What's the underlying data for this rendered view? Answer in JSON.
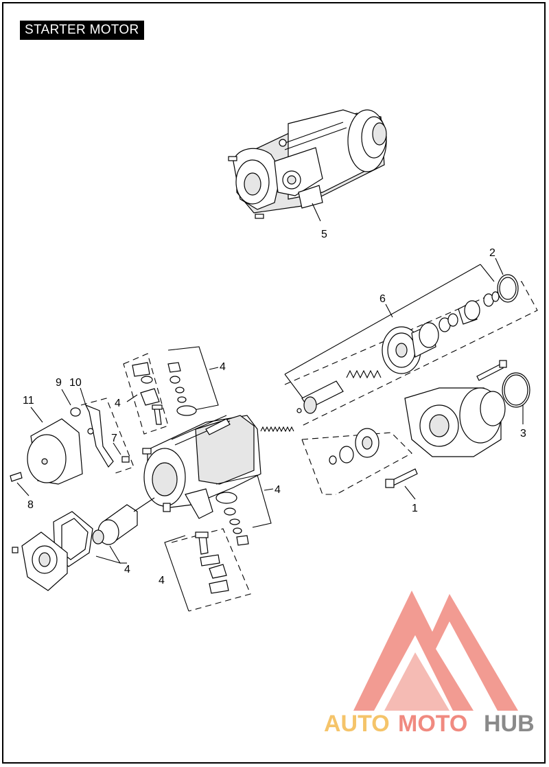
{
  "page": {
    "title": "STARTER MOTOR"
  },
  "callouts": {
    "c1": "1",
    "c2": "2",
    "c3": "3",
    "c4": "4",
    "c5": "5",
    "c6": "6",
    "c7": "7",
    "c8": "8",
    "c9": "9",
    "c10": "10",
    "c11": "11"
  },
  "watermark": {
    "part1": "AUTO",
    "part2": "MOTO",
    "part3": "HUB",
    "colors": {
      "auto": "#f5c46a",
      "moto": "#f08a80",
      "hub": "#8a8a8a",
      "logo": "#f08a80"
    }
  }
}
